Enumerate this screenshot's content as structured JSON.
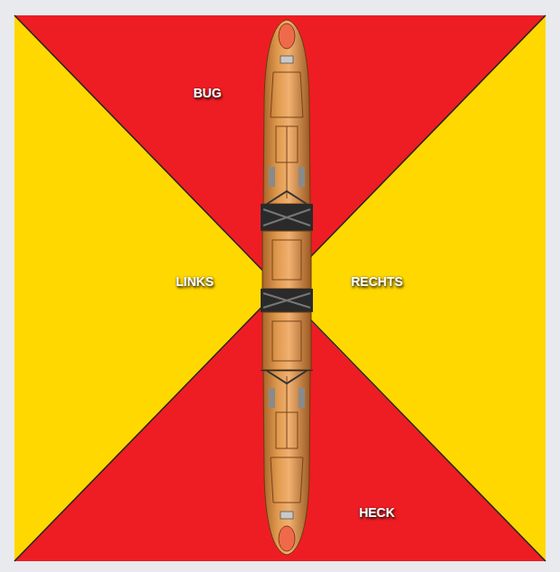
{
  "diagram": {
    "labels": [
      "BUG",
      "LINKS",
      "RECHTS",
      "HECK"
    ]
  }
}
